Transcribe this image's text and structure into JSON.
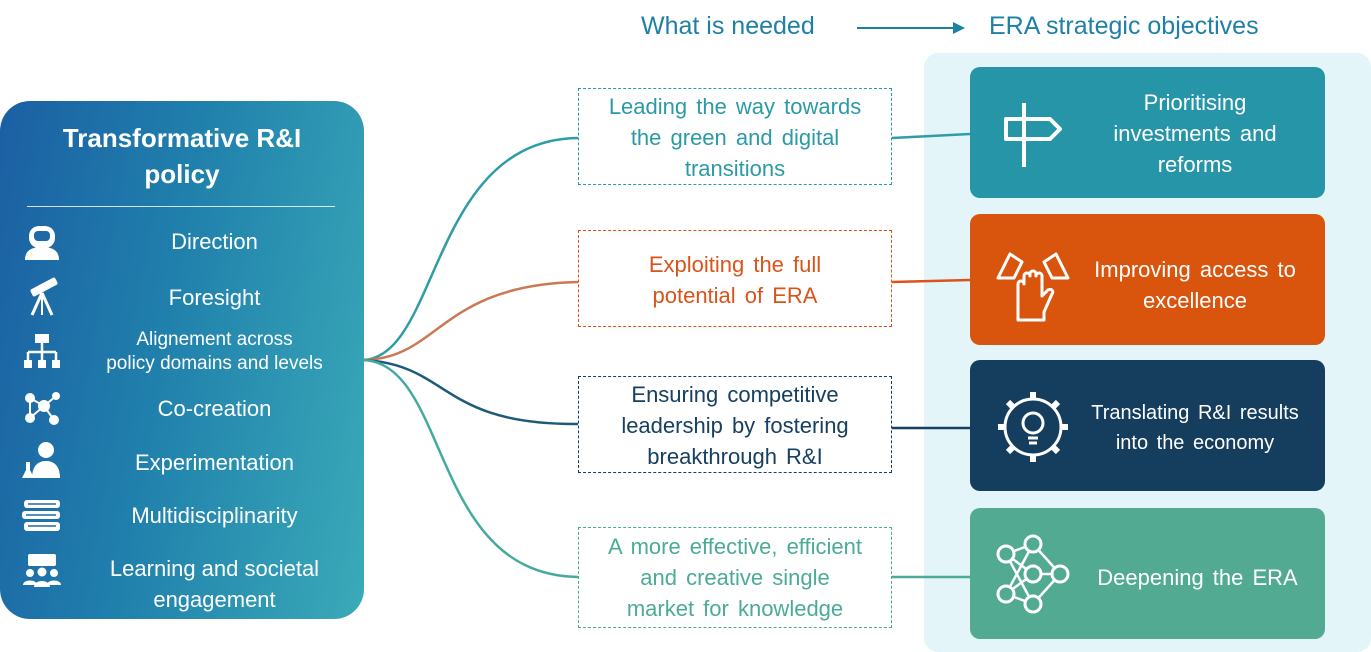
{
  "header": {
    "left": "What is needed",
    "right": "ERA strategic objectives"
  },
  "policy": {
    "title_line1": "Transformative R&I",
    "title_line2": "policy",
    "items": [
      {
        "icon": "astronaut-icon",
        "label": "Direction"
      },
      {
        "icon": "telescope-icon",
        "label": "Foresight"
      },
      {
        "icon": "org-chart-icon",
        "label_line1": "Alignement across",
        "label_line2": "policy domains and levels"
      },
      {
        "icon": "network-icon",
        "label": "Co-creation"
      },
      {
        "icon": "scientist-icon",
        "label": "Experimentation"
      },
      {
        "icon": "books-icon",
        "label": "Multidisciplinarity"
      },
      {
        "icon": "audience-icon",
        "label_line1": "Learning and societal",
        "label_line2": "engagement"
      }
    ]
  },
  "needs": [
    {
      "line1": "Leading the way towards",
      "line2": "the green and digital",
      "line3": "transitions",
      "color": "#2b9aa6"
    },
    {
      "line1": "Exploiting the full",
      "line2": "potential of ERA",
      "color": "#d8541a"
    },
    {
      "line1": "Ensuring competitive",
      "line2": "leadership by fostering",
      "line3": "breakthrough R&I",
      "color": "#173f61"
    },
    {
      "line1": "A more effective, efficient",
      "line2": "and creative single",
      "line3": "market for knowledge",
      "color": "#4bab96"
    }
  ],
  "objectives": [
    {
      "line1": "Prioritising",
      "line2": "investments and",
      "line3": "reforms",
      "color": "#2795a8",
      "icon": "signpost-icon"
    },
    {
      "line1": "Improving access to",
      "line2": "excellence",
      "color": "#d9550e",
      "icon": "hands-icon"
    },
    {
      "line1": "Translating R&I results",
      "line2": "into the economy",
      "color": "#153d5d",
      "icon": "lightbulb-gear-icon"
    },
    {
      "line1": "Deepening the ERA",
      "color": "#52aa92",
      "icon": "neural-network-icon"
    }
  ]
}
